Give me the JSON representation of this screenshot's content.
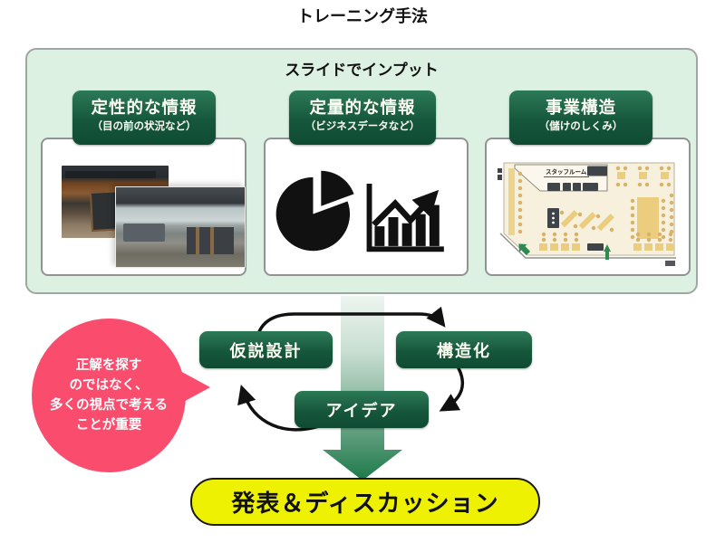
{
  "page": {
    "title": "トレーニング手法"
  },
  "input_panel": {
    "heading": "スライドでインプット",
    "columns": [
      {
        "title": "定性的な情報",
        "subtitle": "（目の前の状況など）"
      },
      {
        "title": "定量的な情報",
        "subtitle": "（ビジネスデータなど）"
      },
      {
        "title": "事業構造",
        "subtitle": "（儲けのしくみ）",
        "floorplan_label": "スタッフルーム"
      }
    ]
  },
  "cycle": {
    "steps": [
      {
        "label": "仮説設計"
      },
      {
        "label": "構造化"
      },
      {
        "label": "アイデア"
      }
    ]
  },
  "callout": {
    "lines": [
      "正解を探す",
      "のではなく、",
      "多くの視点で考える",
      "ことが重要"
    ]
  },
  "outcome": {
    "label": "発表＆ディスカッション"
  },
  "colors": {
    "panel_bg": "#ddf1e2",
    "box_green_top": "#2c7a56",
    "box_green_bottom": "#0f4b33",
    "flow_arrow_green": "#1c7a4a",
    "callout_pink": "#fa4d6e",
    "outcome_yellow": "#eef202"
  }
}
